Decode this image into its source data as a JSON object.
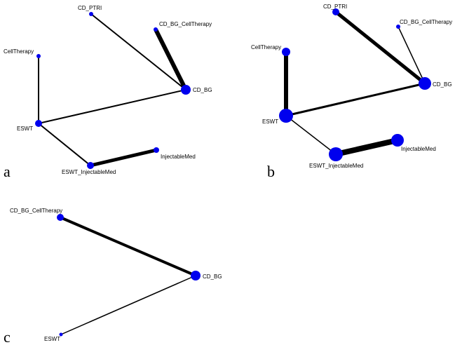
{
  "colors": {
    "node": "#0000ee",
    "edge": "#000000",
    "background": "#ffffff"
  },
  "panels": [
    {
      "letter": "a",
      "nodes": [
        {
          "id": "CD_PTRI",
          "label": "CD_PTRI"
        },
        {
          "id": "CD_BG_CellTherapy",
          "label": "CD_BG_CellTherapy"
        },
        {
          "id": "CellTherapy",
          "label": "CellTherapy"
        },
        {
          "id": "CD_BG",
          "label": "CD_BG"
        },
        {
          "id": "ESWT",
          "label": "ESWT"
        },
        {
          "id": "InjectableMed",
          "label": "InjectableMed"
        },
        {
          "id": "ESWT_InjectableMed",
          "label": "ESWT_InjectableMed"
        }
      ],
      "edges": [
        {
          "from": "CD_PTRI",
          "to": "CD_BG"
        },
        {
          "from": "CD_BG_CellTherapy",
          "to": "CD_BG"
        },
        {
          "from": "CellTherapy",
          "to": "ESWT"
        },
        {
          "from": "ESWT",
          "to": "CD_BG"
        },
        {
          "from": "ESWT",
          "to": "ESWT_InjectableMed"
        },
        {
          "from": "ESWT_InjectableMed",
          "to": "InjectableMed"
        }
      ]
    },
    {
      "letter": "b",
      "nodes": [
        {
          "id": "CD_PTRI",
          "label": "CD_PTRI"
        },
        {
          "id": "CD_BG_CellTherapy",
          "label": "CD_BG_CellTherapy"
        },
        {
          "id": "CellTherapy",
          "label": "CellTherapy"
        },
        {
          "id": "CD_BG",
          "label": "CD_BG"
        },
        {
          "id": "ESWT",
          "label": "ESWT"
        },
        {
          "id": "InjectableMed",
          "label": "InjectableMed"
        },
        {
          "id": "ESWT_InjectableMed",
          "label": "ESWT_InjectableMed"
        }
      ],
      "edges": [
        {
          "from": "CD_PTRI",
          "to": "CD_BG"
        },
        {
          "from": "CD_BG_CellTherapy",
          "to": "CD_BG"
        },
        {
          "from": "CellTherapy",
          "to": "ESWT"
        },
        {
          "from": "ESWT",
          "to": "CD_BG"
        },
        {
          "from": "ESWT",
          "to": "ESWT_InjectableMed"
        },
        {
          "from": "ESWT_InjectableMed",
          "to": "InjectableMed"
        }
      ]
    },
    {
      "letter": "c",
      "nodes": [
        {
          "id": "CD_BG_CellTherapy",
          "label": "CD_BG_CellTherapy"
        },
        {
          "id": "CD_BG",
          "label": "CD_BG"
        },
        {
          "id": "ESWT",
          "label": "ESWT"
        }
      ],
      "edges": [
        {
          "from": "CD_BG_CellTherapy",
          "to": "CD_BG"
        },
        {
          "from": "ESWT",
          "to": "CD_BG"
        }
      ]
    }
  ]
}
